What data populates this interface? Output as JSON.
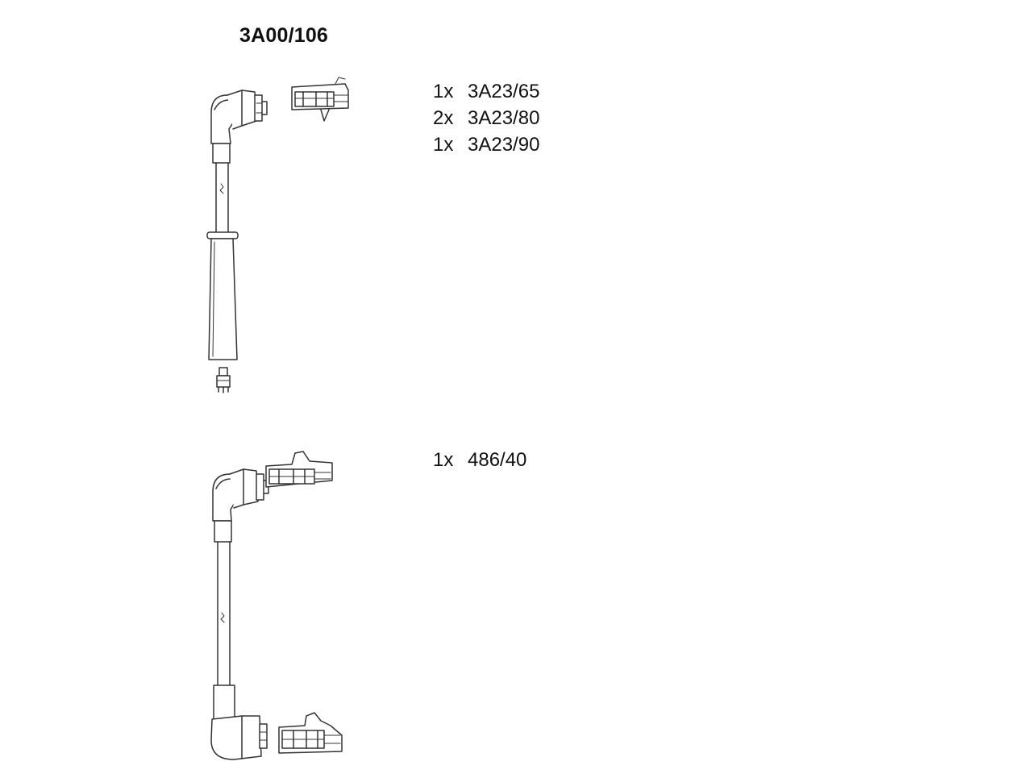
{
  "kit": {
    "part_number": "3A00/106"
  },
  "lead_set_1": {
    "parts": [
      {
        "qty": "1x",
        "code": "3A23/65"
      },
      {
        "qty": "2x",
        "code": "3A23/80"
      },
      {
        "qty": "1x",
        "code": "3A23/90"
      }
    ]
  },
  "lead_set_2": {
    "parts": [
      {
        "qty": "1x",
        "code": "486/40"
      }
    ]
  },
  "colors": {
    "line": "#333333",
    "background": "#ffffff",
    "text": "#111111"
  }
}
